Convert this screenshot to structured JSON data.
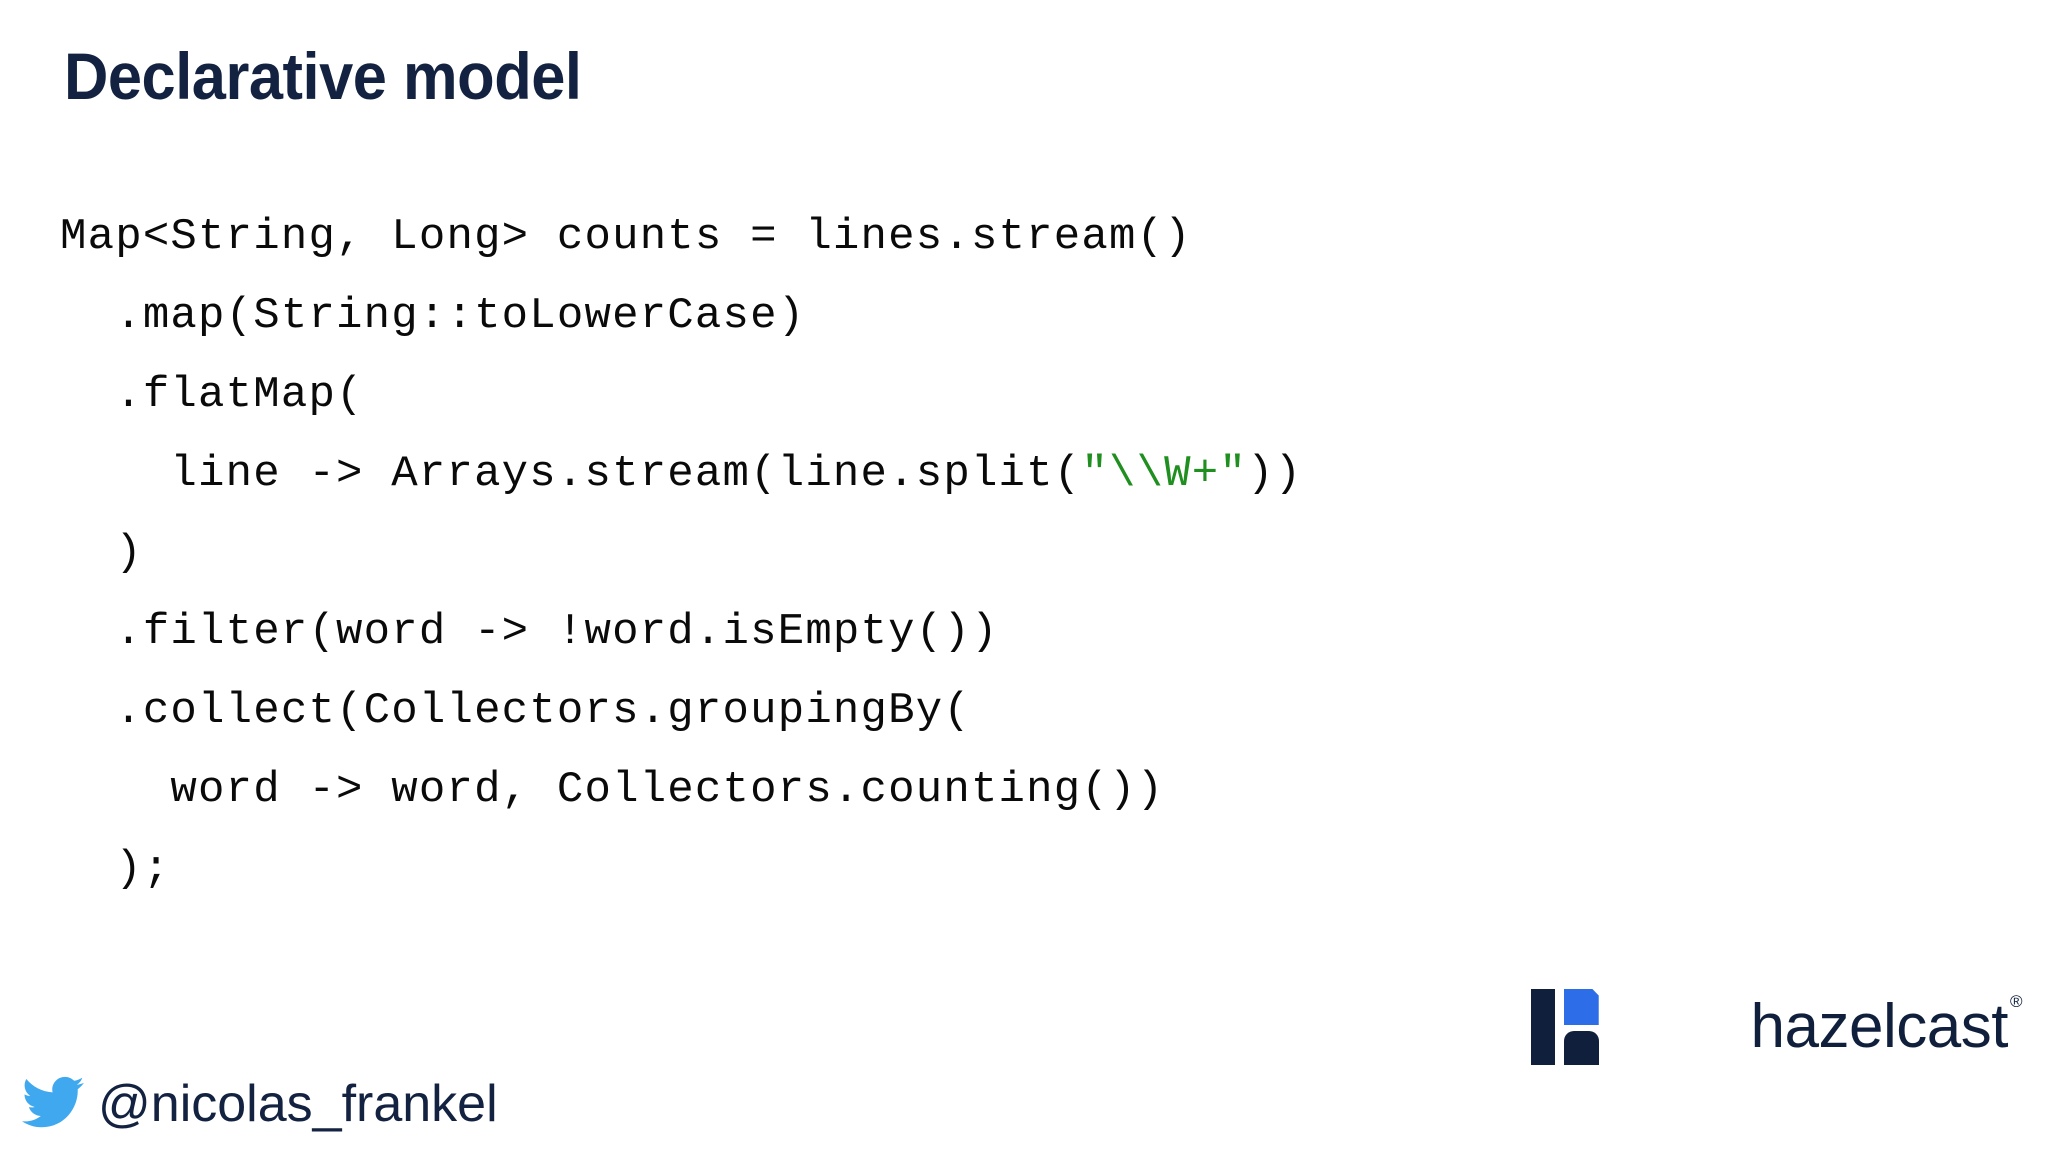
{
  "slide": {
    "title": "Declarative model",
    "background_color": "#ffffff",
    "title_color": "#132240"
  },
  "code": {
    "language": "java",
    "string_literal_color": "#1f8f1f",
    "text_color": "#0a0a0a",
    "lines": [
      {
        "indent": "",
        "before": "Map<String, Long> counts = lines.stream()",
        "string": "",
        "after": ""
      },
      {
        "indent": "  ",
        "before": ".map(String::toLowerCase)",
        "string": "",
        "after": ""
      },
      {
        "indent": "  ",
        "before": ".flatMap(",
        "string": "",
        "after": ""
      },
      {
        "indent": "    ",
        "before": "line -> Arrays.stream(line.split(",
        "string": "\"\\\\W+\"",
        "after": "))"
      },
      {
        "indent": "  ",
        "before": ")",
        "string": "",
        "after": ""
      },
      {
        "indent": "  ",
        "before": ".filter(word -> !word.isEmpty())",
        "string": "",
        "after": ""
      },
      {
        "indent": "  ",
        "before": ".collect(Collectors.groupingBy(",
        "string": "",
        "after": ""
      },
      {
        "indent": "    ",
        "before": "word -> word, Collectors.counting())",
        "string": "",
        "after": ""
      },
      {
        "indent": "  ",
        "before": ");",
        "string": "",
        "after": ""
      }
    ]
  },
  "footer": {
    "twitter": {
      "icon": "twitter-bird-icon",
      "icon_color": "#40a8ef",
      "handle": "@nicolas_frankel",
      "handle_color": "#132240"
    },
    "brand": {
      "name": "hazelcast",
      "registered_mark": "®",
      "mark_dark_color": "#10203c",
      "mark_blue_color": "#2d6ee8"
    }
  }
}
